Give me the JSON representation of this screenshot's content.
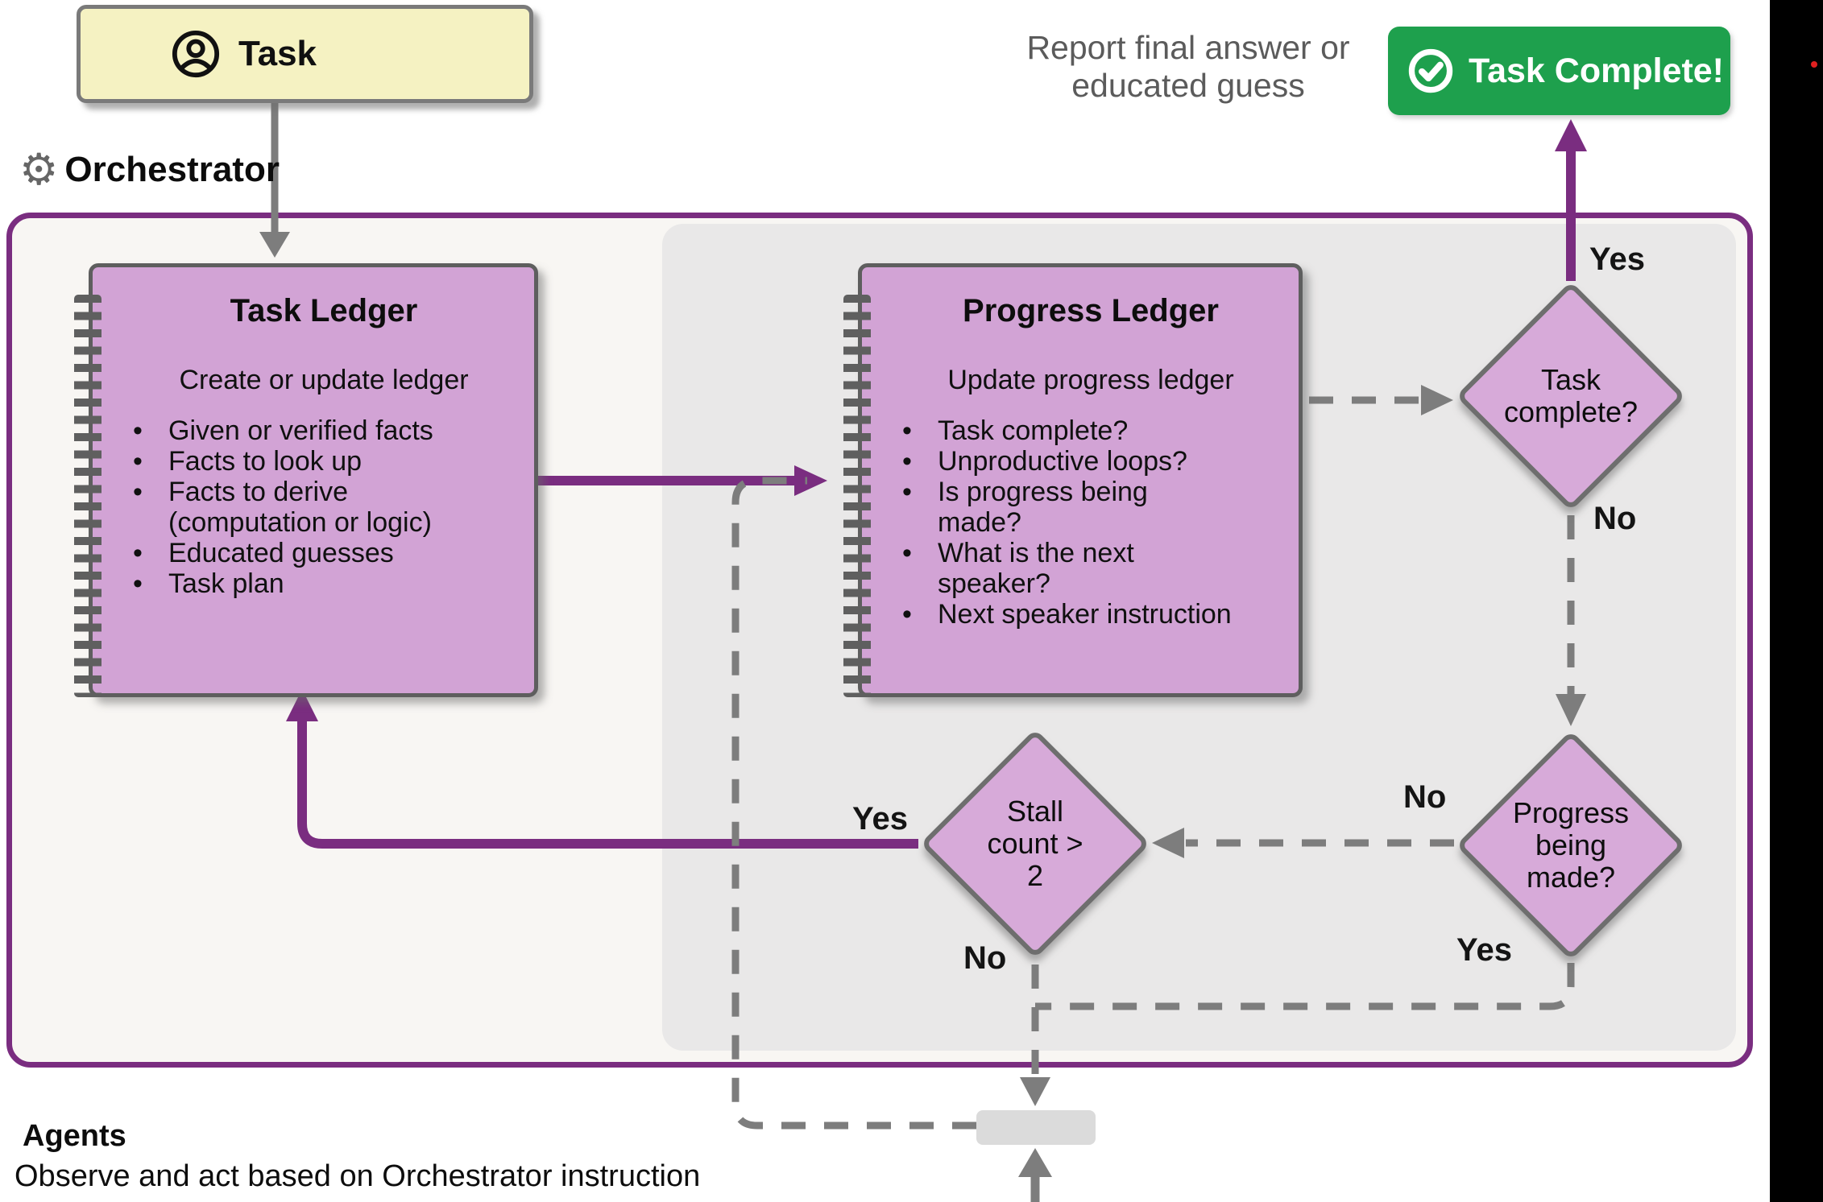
{
  "task_node": {
    "label": "Task",
    "icon": "user-icon",
    "fill": "#f5f2c2"
  },
  "orchestrator": {
    "label": "Orchestrator",
    "icon": "gear-icon",
    "border_color": "#7a2d80",
    "panel_color": "#e9e8e8"
  },
  "task_ledger": {
    "title": "Task Ledger",
    "subtitle": "Create or update ledger",
    "bullets": [
      "Given or verified facts",
      "Facts to look up",
      "Facts to derive\n(computation or logic)",
      "Educated guesses",
      "Task plan"
    ]
  },
  "progress_ledger": {
    "title": "Progress Ledger",
    "subtitle": "Update progress ledger",
    "bullets": [
      "Task complete?",
      "Unproductive loops?",
      "Is progress being\nmade?",
      "What is the next\nspeaker?",
      "Next speaker instruction"
    ]
  },
  "decision_task_complete": {
    "label": "Task\ncomplete?",
    "yes": "Yes",
    "no": "No"
  },
  "decision_progress": {
    "label": "Progress\nbeing\nmade?",
    "yes": "Yes",
    "no": "No"
  },
  "decision_stall": {
    "label": "Stall\ncount >\n2",
    "yes": "Yes",
    "no": "No"
  },
  "report_note": {
    "text": "Report final answer or\neducated guess"
  },
  "complete_button": {
    "label": "Task Complete!",
    "icon": "check-circle-icon",
    "fill": "#1ea04d"
  },
  "agents": {
    "title": "Agents",
    "subtitle": "Observe and act based on Orchestrator instruction"
  },
  "colors": {
    "ledger_fill": "#d2a3d5",
    "diamond_fill": "#d7aad9",
    "purple_edge": "#7a2d80",
    "gray_edge": "#7d7d7d",
    "note_text": "#5b5b5b"
  }
}
